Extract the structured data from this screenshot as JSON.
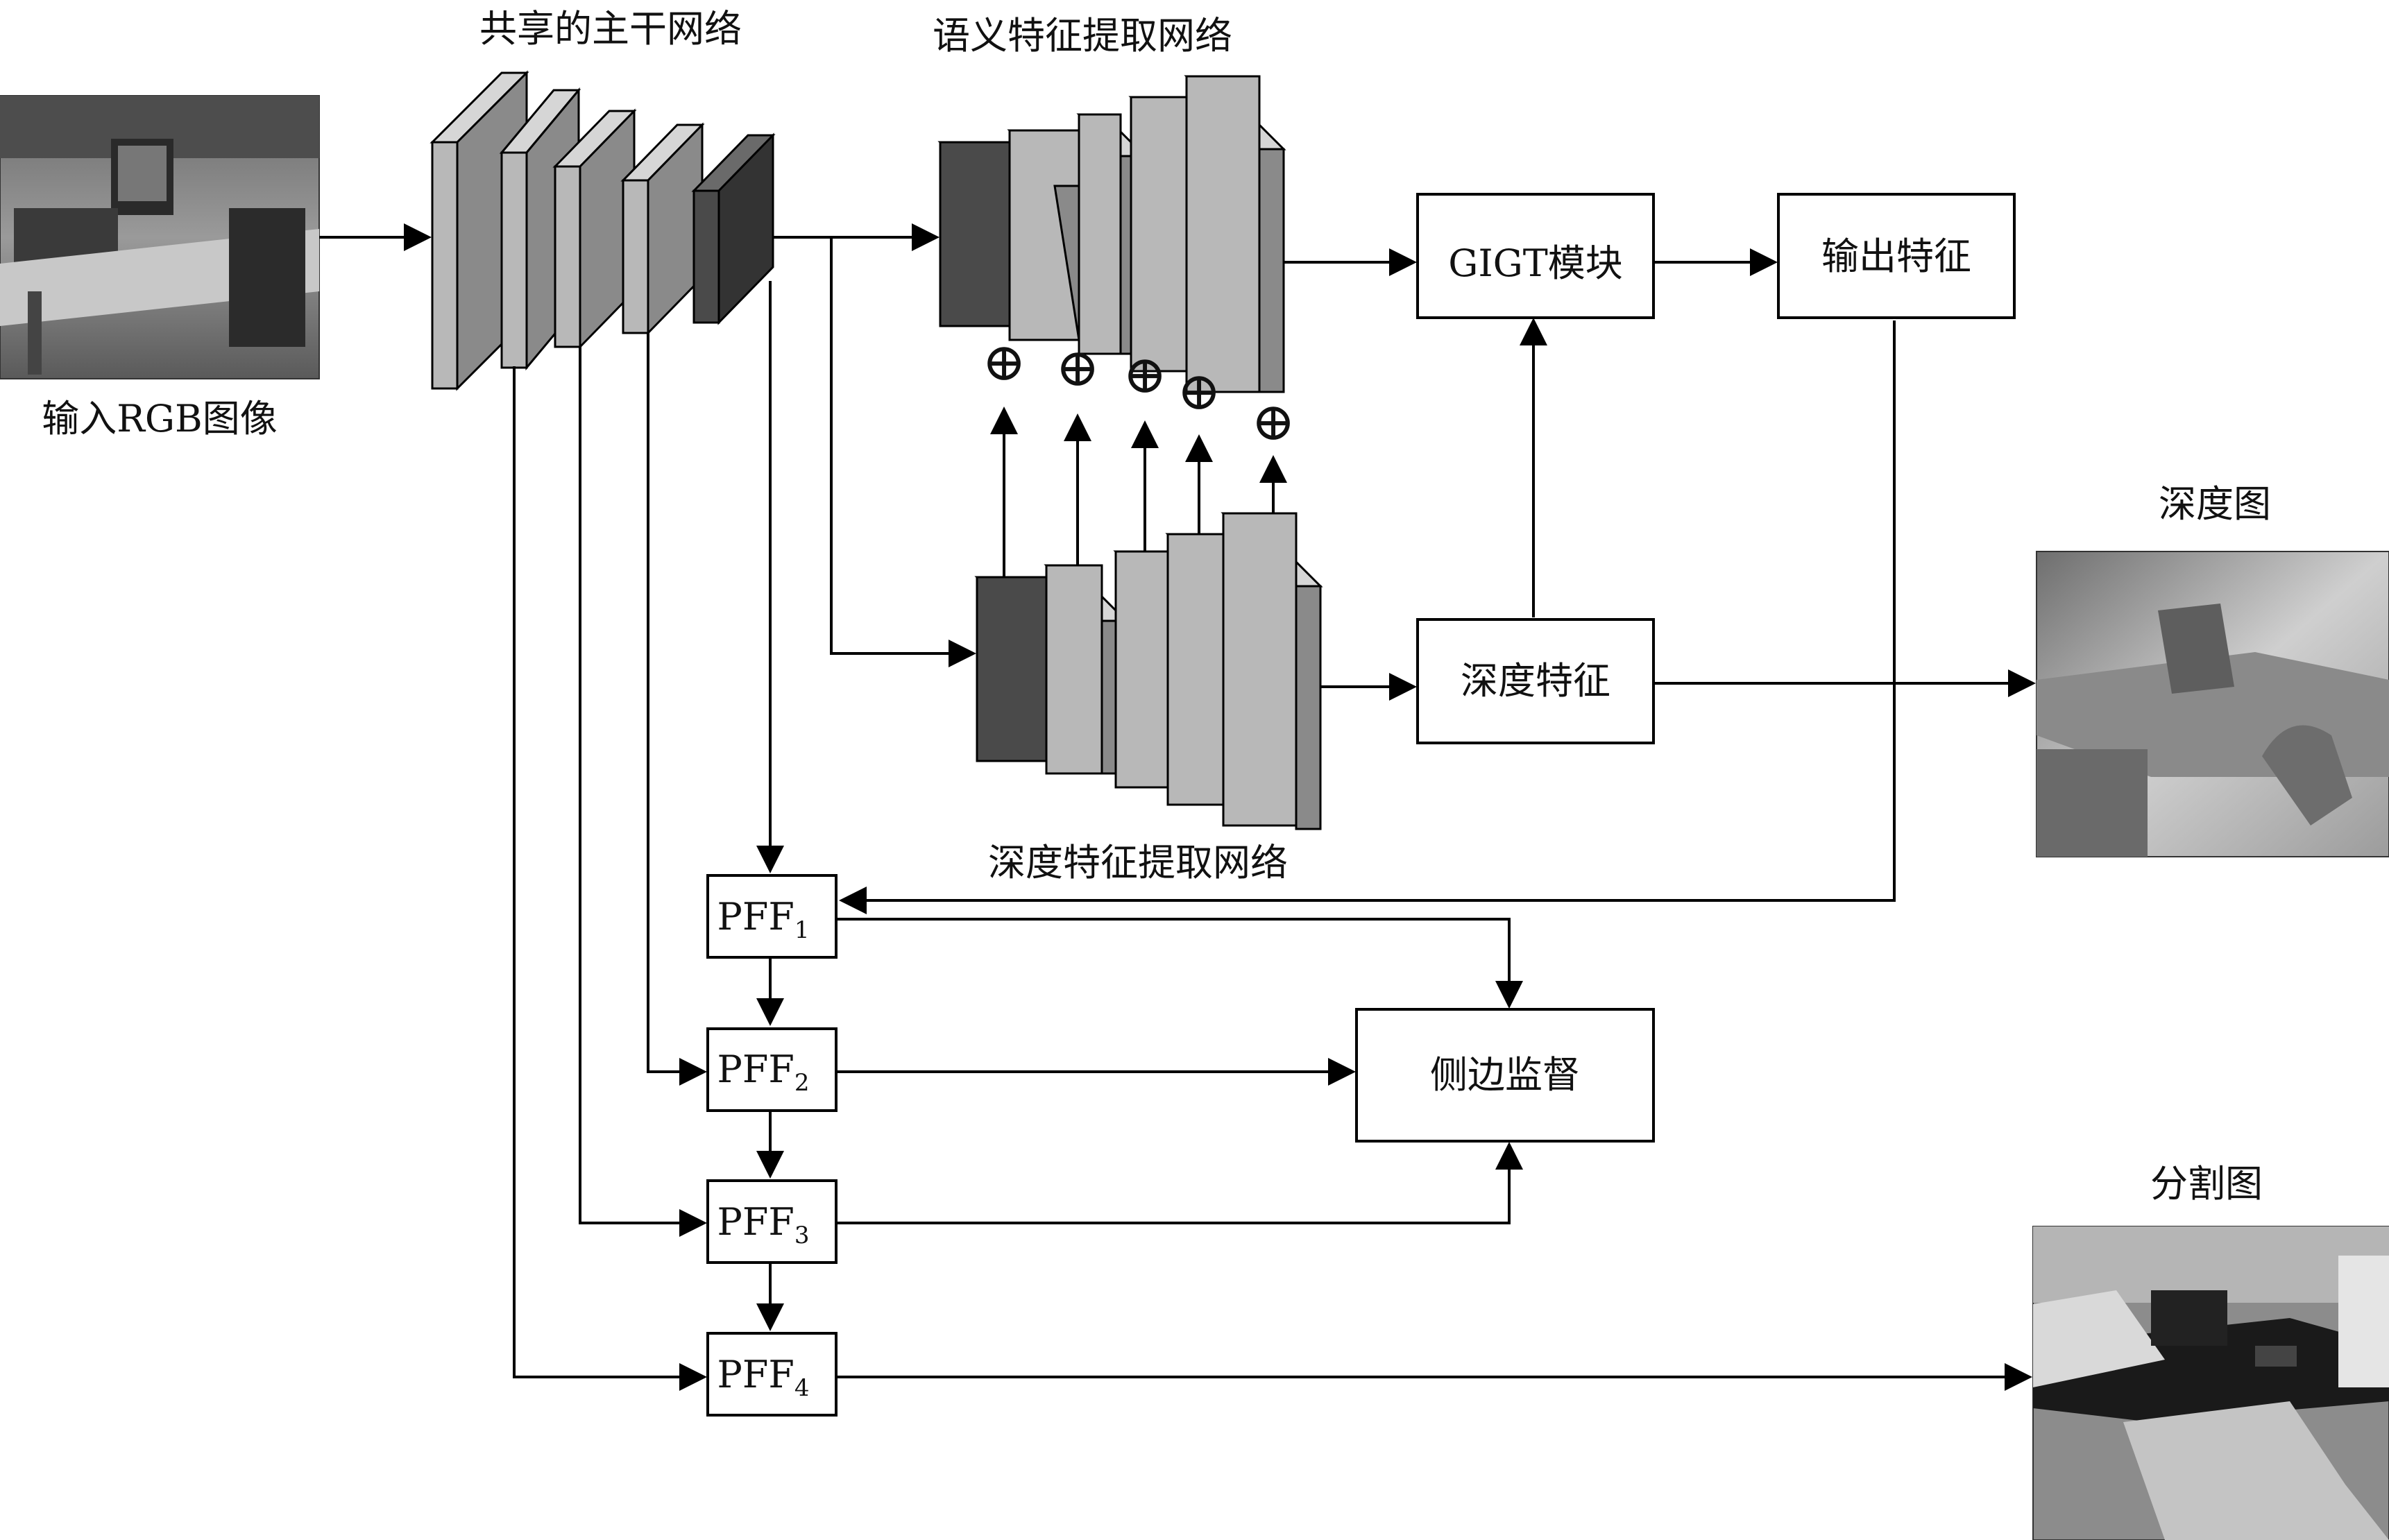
{
  "labels": {
    "input_image": "输入RGB图像",
    "backbone": "共享的主干网络",
    "semantic_net": "语义特征提取网络",
    "depth_net": "深度特征提取网络",
    "depth_map": "深度图",
    "seg_map": "分割图"
  },
  "boxes": {
    "gigt": "GIGT模块",
    "output_feature": "输出特征",
    "depth_feature": "深度特征",
    "side_supervision": "侧边监督",
    "pff_prefix": "PFF",
    "pff1_sub": "1",
    "pff2_sub": "2",
    "pff3_sub": "3",
    "pff4_sub": "4"
  },
  "symbols": {
    "add": "⊕"
  },
  "colors": {
    "light_block": "#b8b8b8",
    "dark_block": "#4a4a4a",
    "line": "#000000"
  }
}
